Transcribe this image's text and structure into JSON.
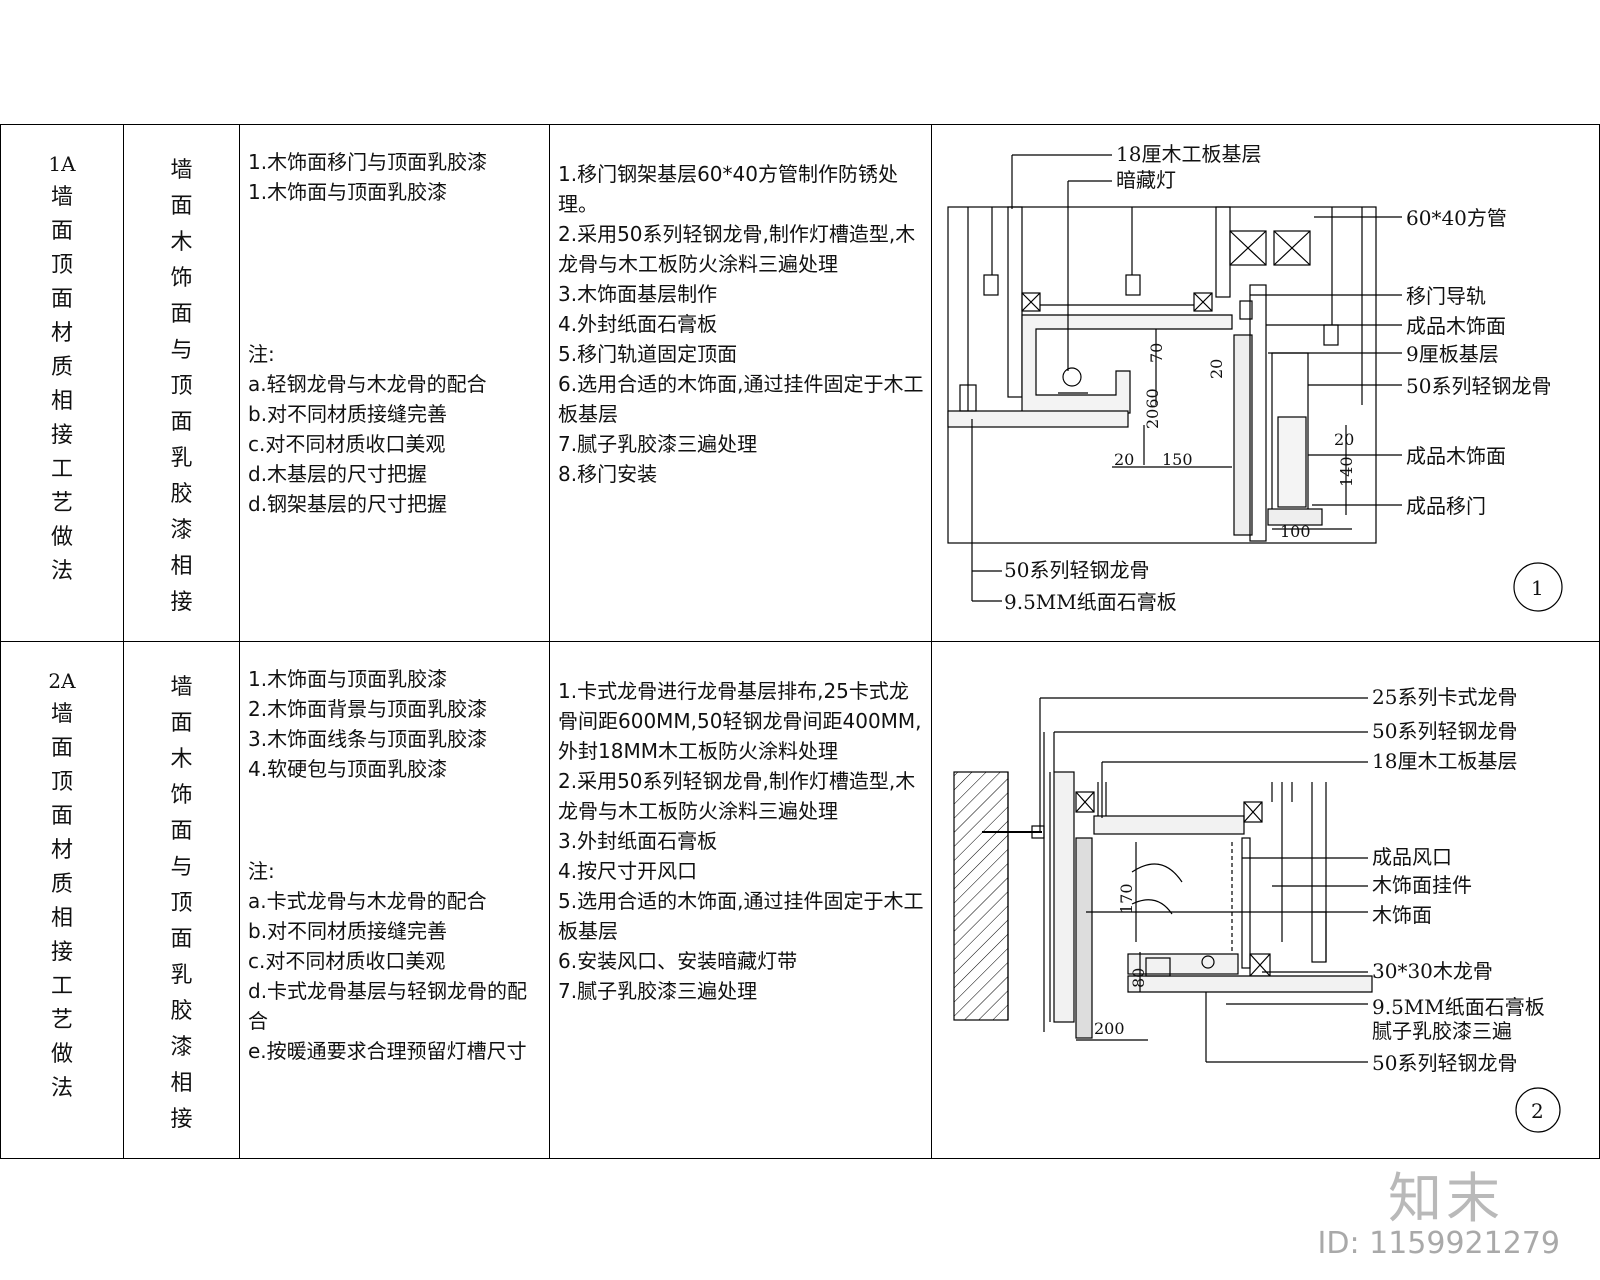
{
  "rows": [
    {
      "code": "1A",
      "code_desc": "墙面顶面材质相接工艺做法",
      "name": "墙面木饰面与顶面乳胶漆相接",
      "materials": [
        "1.木饰面移门与顶面乳胶漆",
        "1.木饰面与顶面乳胶漆"
      ],
      "note_title": "注:",
      "notes": [
        "a.轻钢龙骨与木龙骨的配合",
        "b.对不同材质接缝完善",
        "c.对不同材质收口美观",
        "d.木基层的尺寸把握",
        "d.钢架基层的尺寸把握"
      ],
      "steps": [
        "1.移门钢架基层60*40方管制作防锈处理。",
        "2.采用50系列轻钢龙骨,制作灯槽造型,木龙骨与木工板防火涂料三遍处理",
        "3.木饰面基层制作",
        "4.外封纸面石膏板",
        "5.移门轨道固定顶面",
        "6.选用合适的木饰面,通过挂件固定于木工板基层",
        "7.腻子乳胶漆三遍处理",
        "8.移门安装"
      ],
      "drawing": {
        "number": "1",
        "labels": [
          "18厘木工板基层",
          "暗藏灯",
          "60*40方管",
          "移门导轨",
          "成品木饰面",
          "9厘板基层",
          "50系列轻钢龙骨",
          "成品木饰面",
          "成品移门",
          "50系列轻钢龙骨",
          "9.5MM纸面石膏板"
        ],
        "dims": [
          "70",
          "20",
          "2060",
          "20",
          "150",
          "20",
          "140",
          "100"
        ]
      }
    },
    {
      "code": "2A",
      "code_desc": "墙面顶面材质相接工艺做法",
      "name": "墙面木饰面与顶面乳胶漆相接",
      "materials": [
        "1.木饰面与顶面乳胶漆",
        "2.木饰面背景与顶面乳胶漆",
        "3.木饰面线条与顶面乳胶漆",
        "4.软硬包与顶面乳胶漆"
      ],
      "note_title": "注:",
      "notes": [
        "a.卡式龙骨与木龙骨的配合",
        "b.对不同材质接缝完善",
        "c.对不同材质收口美观",
        "d.卡式龙骨基层与轻钢龙骨的配合",
        "e.按暖通要求合理预留灯槽尺寸"
      ],
      "steps": [
        "1.卡式龙骨进行龙骨基层排布,25卡式龙骨间距600MM,50轻钢龙骨间距400MM,外封18MM木工板防火涂料处理",
        "2.采用50系列轻钢龙骨,制作灯槽造型,木龙骨与木工板防火涂料三遍处理",
        "3.外封纸面石膏板",
        "4.按尺寸开风口",
        "5.选用合适的木饰面,通过挂件固定于木工板基层",
        "6.安装风口、安装暗藏灯带",
        "7.腻子乳胶漆三遍处理"
      ],
      "drawing": {
        "number": "2",
        "labels": [
          "25系列卡式龙骨",
          "50系列轻钢龙骨",
          "18厘木工板基层",
          "成品风口",
          "木饰面挂件",
          "木饰面",
          "30*30木龙骨",
          "9.5MM纸面石膏板",
          "腻子乳胶漆三遍",
          "50系列轻钢龙骨"
        ],
        "dims": [
          "170",
          "80",
          "200"
        ]
      }
    }
  ],
  "footer": {
    "brand": "知末",
    "id": "ID: 1159921279"
  }
}
